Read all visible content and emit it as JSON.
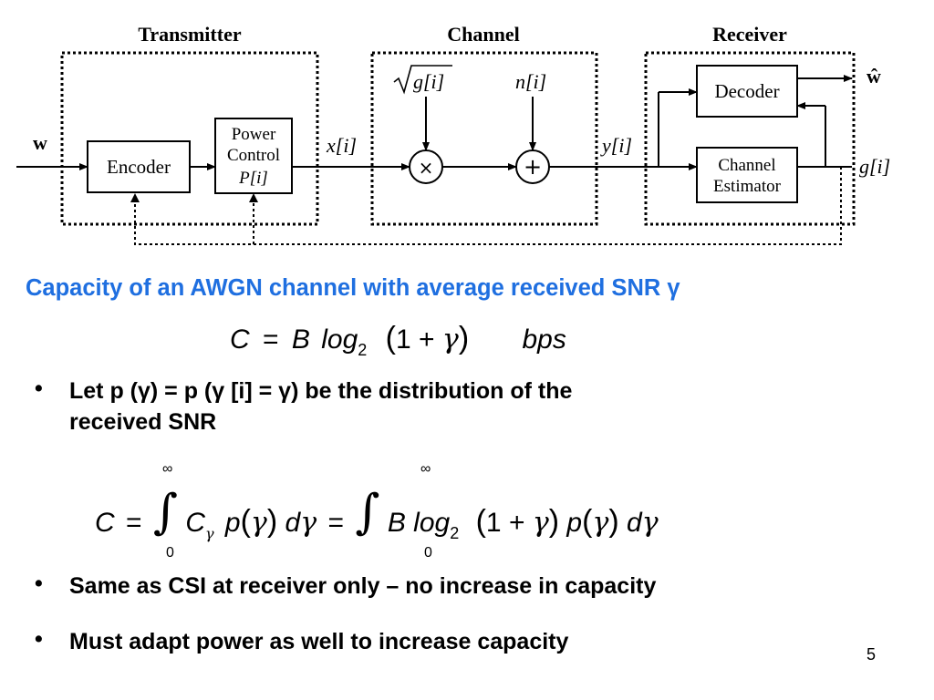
{
  "diagram": {
    "blocks": {
      "transmitter": "Transmitter",
      "channel": "Channel",
      "receiver": "Receiver"
    },
    "nodes": {
      "encoder": "Encoder",
      "power_control_line1": "Power",
      "power_control_line2": "Control",
      "power_control_line3": "P[i]",
      "decoder": "Decoder",
      "channel_estimator_line1": "Channel",
      "channel_estimator_line2": "Estimator",
      "multiply": "×",
      "add": "+"
    },
    "signals": {
      "input": "w",
      "x": "x[i]",
      "sqrt_g": "g[i]",
      "noise": "n[i]",
      "y": "y[i]",
      "g_out": "g[i]",
      "output": "ŵ"
    }
  },
  "subtitle": "Capacity of an AWGN channel with average received SNR γ",
  "formula1": {
    "C": "C",
    "eq": "=",
    "B": "B",
    "log": "log",
    "base": "2",
    "lparen": "(",
    "one": "1",
    "plus": "+",
    "gamma": "γ",
    "rparen": ")",
    "unit": "bps"
  },
  "bullets": [
    {
      "line1": "Let p (γ) = p (γ [i] = γ)  be the distribution of the",
      "line2": "received SNR"
    },
    {
      "line1": "Same as CSI at receiver only – no increase in capacity"
    },
    {
      "line1": "Must adapt power as well to increase capacity"
    }
  ],
  "formula2": {
    "C": "C",
    "eq": "=",
    "inf": "∞",
    "zero": "0",
    "Cg": "C",
    "g": "γ",
    "p": "p",
    "d": "d",
    "B": "B",
    "log": "log",
    "base": "2",
    "one": "1",
    "plus": "+"
  },
  "bullet_symbol": "•",
  "page_number": "5"
}
